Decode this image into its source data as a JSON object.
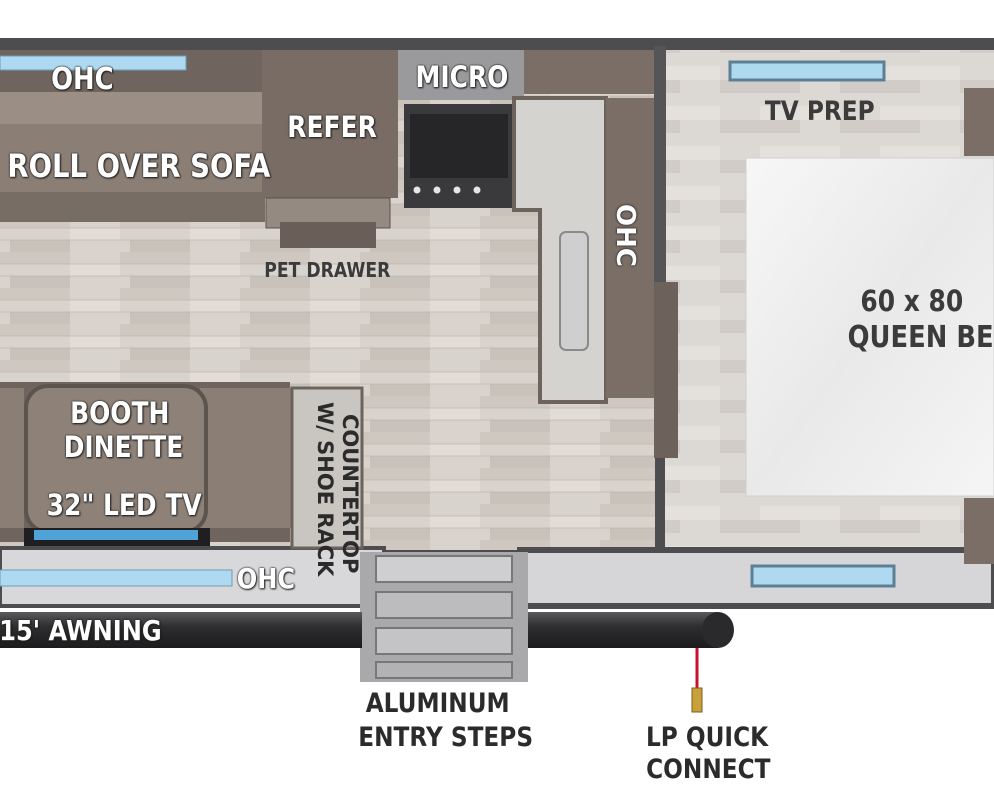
{
  "labels": {
    "ohc_top": "OHC",
    "micro": "MICRO",
    "refer": "REFER",
    "tv_prep": "TV PREP",
    "roll_over_sofa": "ROLL OVER SOFA",
    "pet_drawer": "PET DRAWER",
    "ohc_kitchen": "OHC",
    "bed_size": "60 x 80",
    "bed_name": "QUEEN BED",
    "booth": "BOOTH",
    "dinette": "DINETTE",
    "tv": "32\" LED TV",
    "counter_1": "COUNTERTOP",
    "counter_2": "W/ SHOE RACK",
    "ohc_bottom": "OHC",
    "awning": "15' AWNING",
    "steps_1": "ALUMINUM",
    "steps_2": "ENTRY STEPS",
    "lp_1": "LP QUICK",
    "lp_2": "CONNECT"
  },
  "colors": {
    "wall": "#4a4a4c",
    "floor": "#d7d2cc",
    "cabinet": "#7a6e66",
    "sofa": "#8d8178",
    "bed": "#f2f2f2",
    "light": "#a9d8f2",
    "lp_line": "#c8102e"
  }
}
